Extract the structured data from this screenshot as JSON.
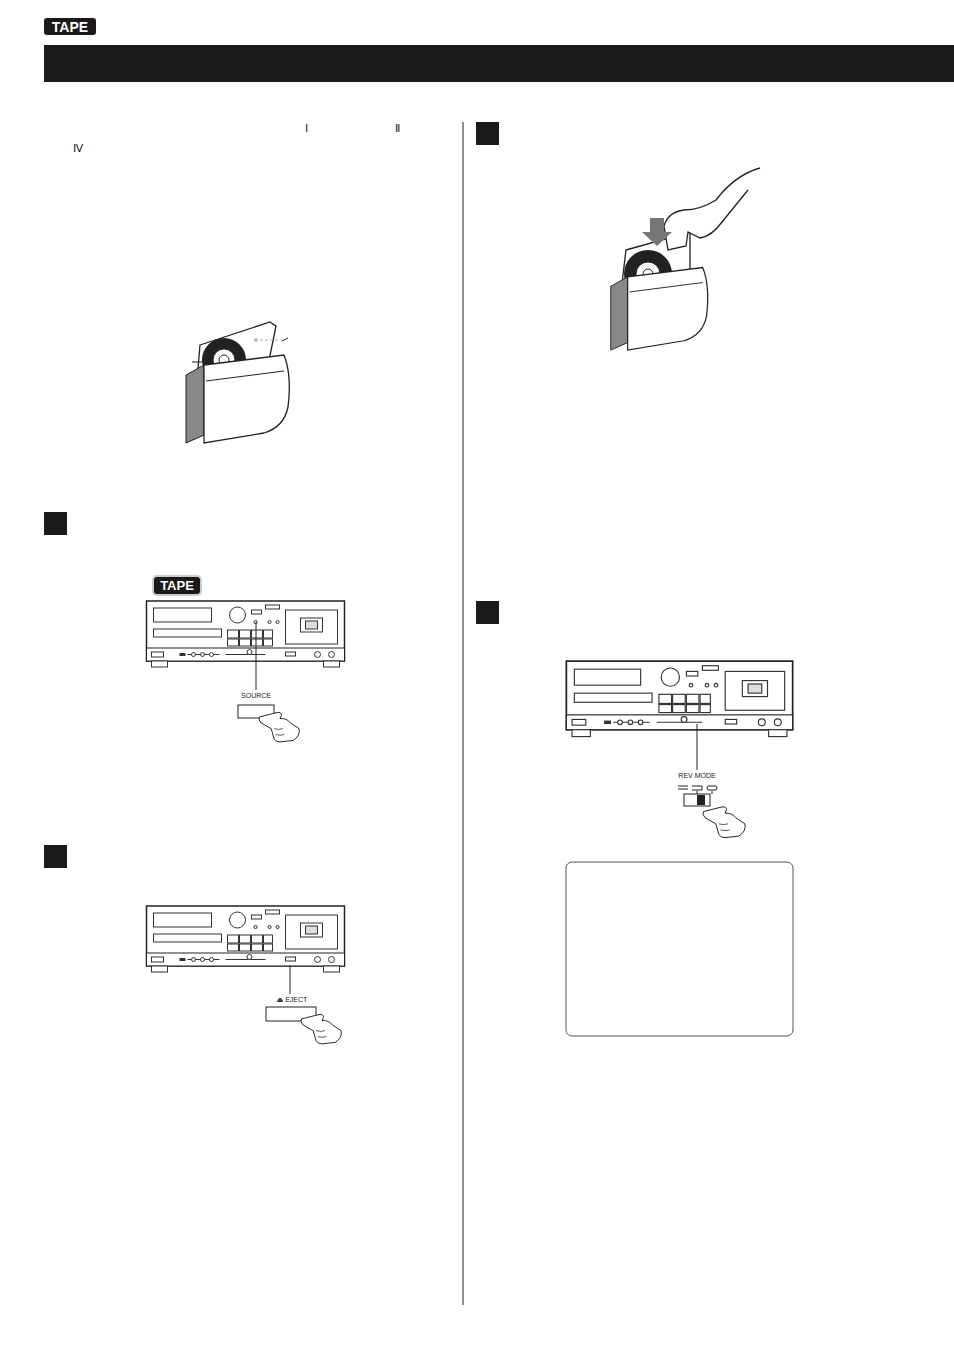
{
  "diagram": {
    "nodes": [
      {
        "text": [
          "TAPE"
        ]
      },
      {
        "text": [
          "TAPE"
        ]
      }
    ],
    "labels": [
      "Ⅰ",
      "Ⅱ",
      "Ⅳ",
      "SOURCE",
      "⏏ EJECT",
      "REV MODE"
    ]
  }
}
